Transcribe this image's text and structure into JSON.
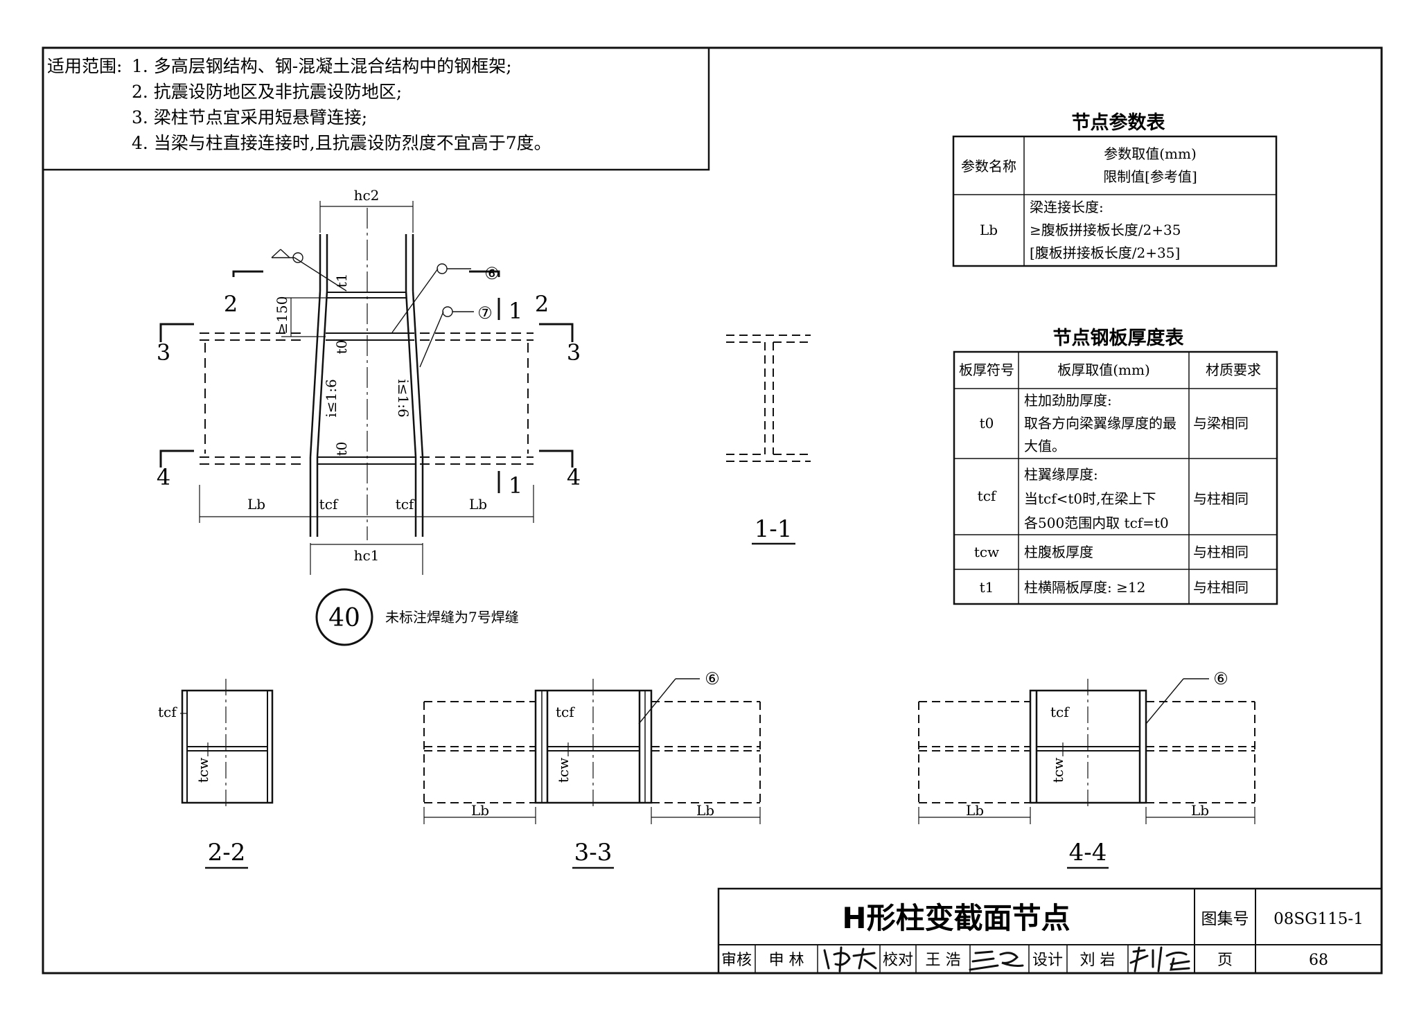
{
  "scope": {
    "label": "适用范围:",
    "items": [
      "1. 多高层钢结构、钢-混凝土混合结构中的钢框架;",
      "2. 抗震设防地区及非抗震设防地区;",
      "3. 梁柱节点宜采用短悬臂连接;",
      "4. 当梁与柱直接连接时,且抗震设防烈度不宜高于7度。"
    ]
  },
  "param_table": {
    "title": "节点参数表",
    "header": [
      "参数名称",
      "参数取值(mm)",
      "限制值[参考值]"
    ],
    "row": {
      "symbol": "Lb",
      "lines": [
        "梁连接长度:",
        "≥腹板拼接板长度/2+35",
        "[腹板拼接板长度/2+35]"
      ]
    }
  },
  "thickness_table": {
    "title": "节点钢板厚度表",
    "headers": [
      "板厚符号",
      "板厚取值(mm)",
      "材质要求"
    ],
    "rows": [
      {
        "symbol": "t0",
        "lines": [
          "柱加劲肋厚度:",
          "取各方向梁翼缘厚度的最",
          "大值。"
        ],
        "material": "与梁相同"
      },
      {
        "symbol": "tcf",
        "lines": [
          "柱翼缘厚度:",
          "当tcf<t0时,在梁上下",
          "各500范围内取 tcf=t0"
        ],
        "material": "与柱相同"
      },
      {
        "symbol": "tcw",
        "lines": [
          "柱腹板厚度"
        ],
        "material": "与柱相同"
      },
      {
        "symbol": "t1",
        "lines": [
          "柱横隔板厚度: ≥12"
        ],
        "material": "与柱相同"
      }
    ]
  },
  "elevation": {
    "hc2": "hc2",
    "hc1": "hc1",
    "t1": "t1",
    "t0": "t0",
    "ge150": "≥150",
    "slope": "i≤1:6",
    "lb": "Lb",
    "tcf": "tcf",
    "cut_2": "2",
    "cut_3": "3",
    "cut_4": "4",
    "cut_1": "1",
    "weld_6": "⑥",
    "weld_7": "⑦"
  },
  "detail": {
    "number": "40",
    "note": "未标注焊缝为7号焊缝"
  },
  "sections": {
    "s11": "1-1",
    "s22": "2-2",
    "s33": "3-3",
    "s44": "4-4",
    "tcf": "tcf",
    "tcw": "tcw",
    "lb": "Lb",
    "weld": "⑥"
  },
  "title_block": {
    "title": "H形柱变截面节点",
    "atlas_label": "图集号",
    "atlas_no": "08SG115-1",
    "review_label": "审核",
    "reviewer": "申 林",
    "check_label": "校对",
    "checker": "王 浩",
    "design_label": "设计",
    "designer": "刘 岩",
    "page_label": "页",
    "page_no": "68"
  }
}
